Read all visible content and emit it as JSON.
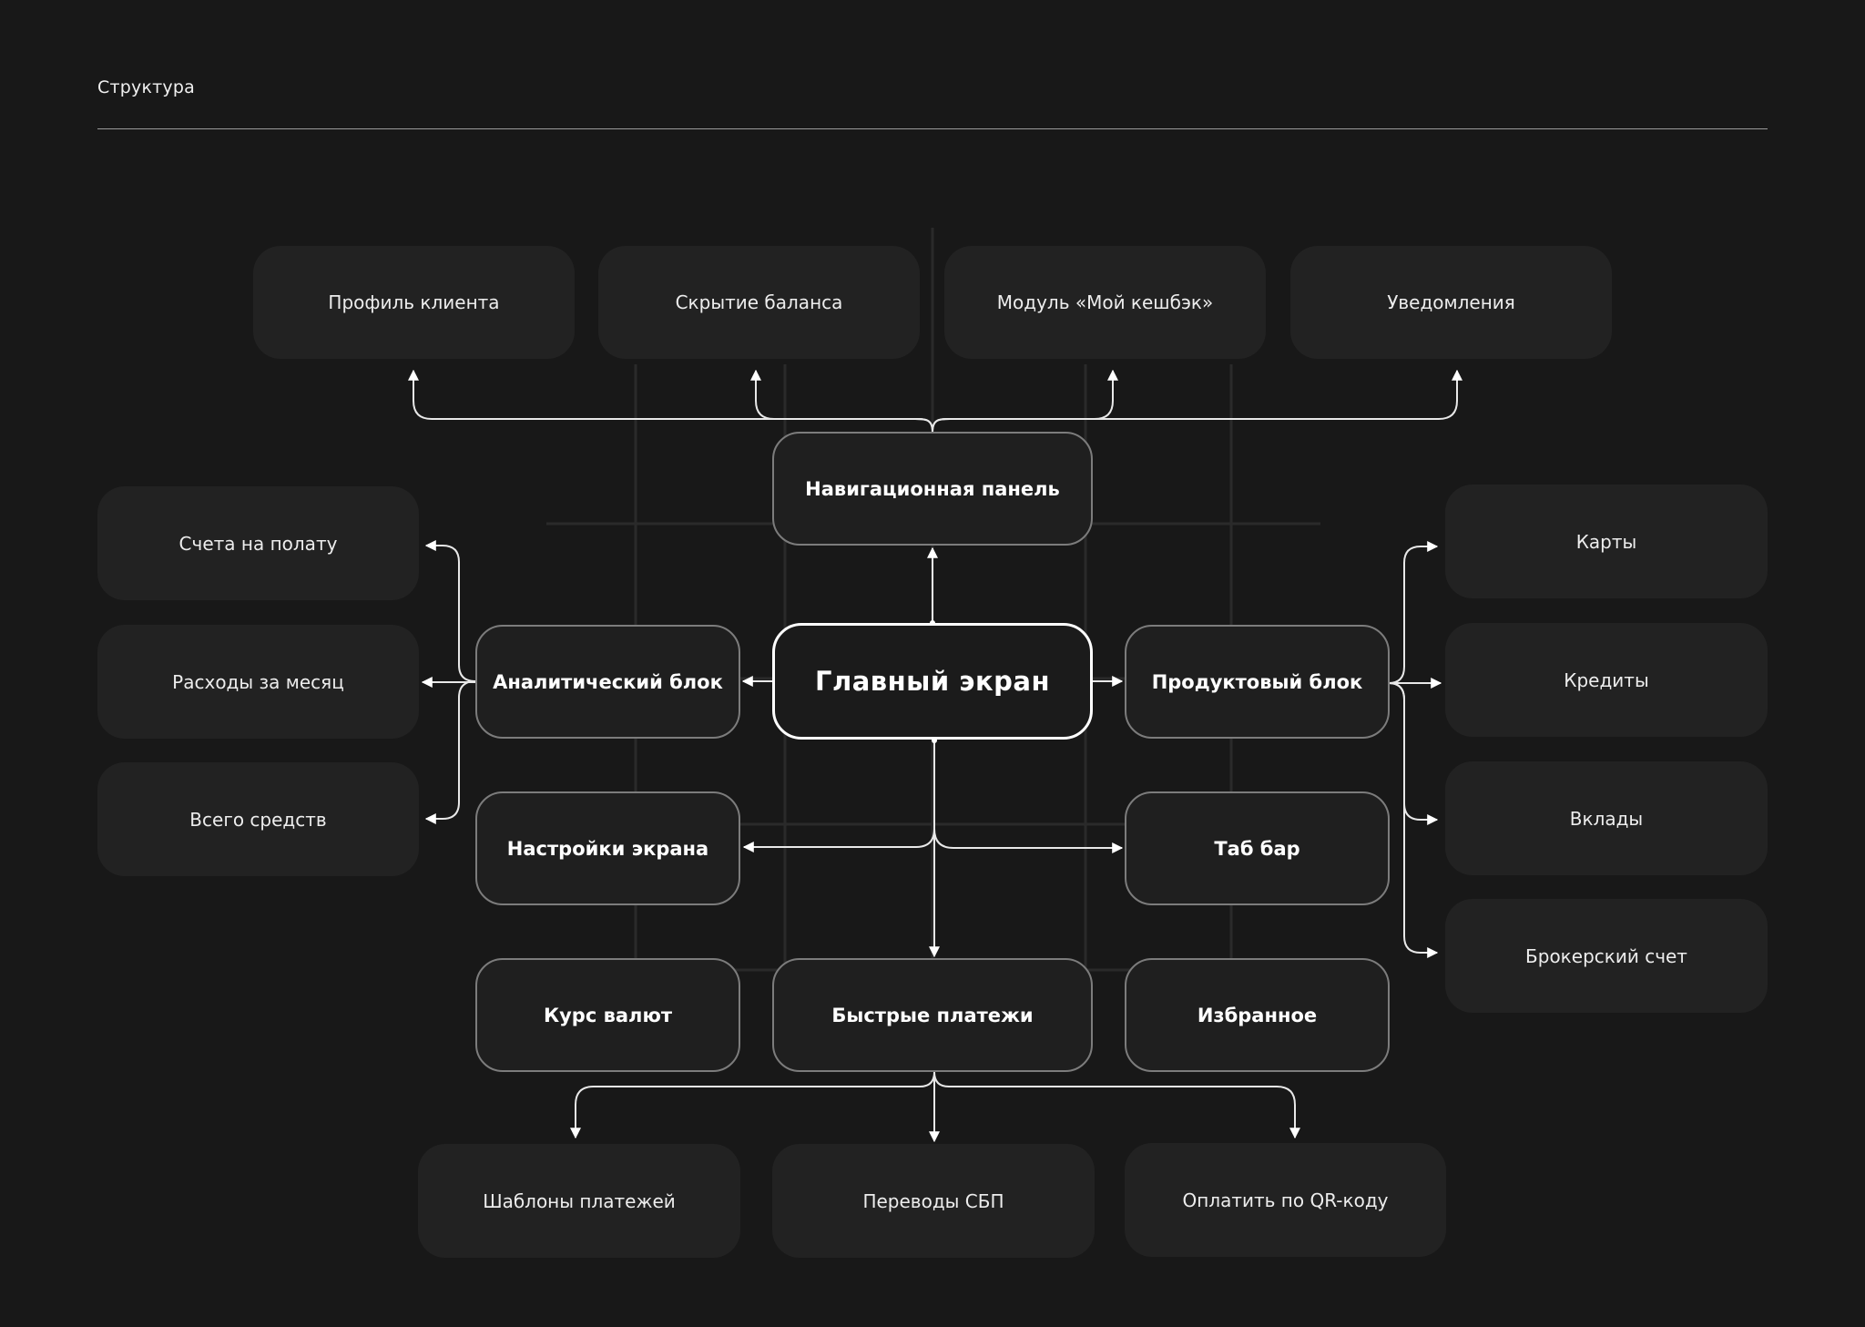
{
  "header": {
    "title": "Структура"
  },
  "diagram": {
    "main": "Главный экран",
    "navigation": {
      "label": "Навигационная панель",
      "children": [
        "Профиль клиента",
        "Скрытие баланса",
        "Модуль «Мой кешбэк»",
        "Уведомления"
      ]
    },
    "analytics": {
      "label": "Аналитический блок",
      "children": [
        "Счета на полату",
        "Расходы за месяц",
        "Всего средств"
      ]
    },
    "products": {
      "label": "Продуктовый блок",
      "children": [
        "Карты",
        "Кредиты",
        "Вклады",
        "Брокерский счет"
      ]
    },
    "screen_settings": "Настройки экрана",
    "tab_bar": "Таб бар",
    "currency_rates": "Курс валют",
    "favorites": "Избранное",
    "quick_payments": {
      "label": "Быстрые платежи",
      "children": [
        "Шаблоны платежей",
        "Переводы СБП",
        "Оплатить по QR-коду"
      ]
    }
  }
}
